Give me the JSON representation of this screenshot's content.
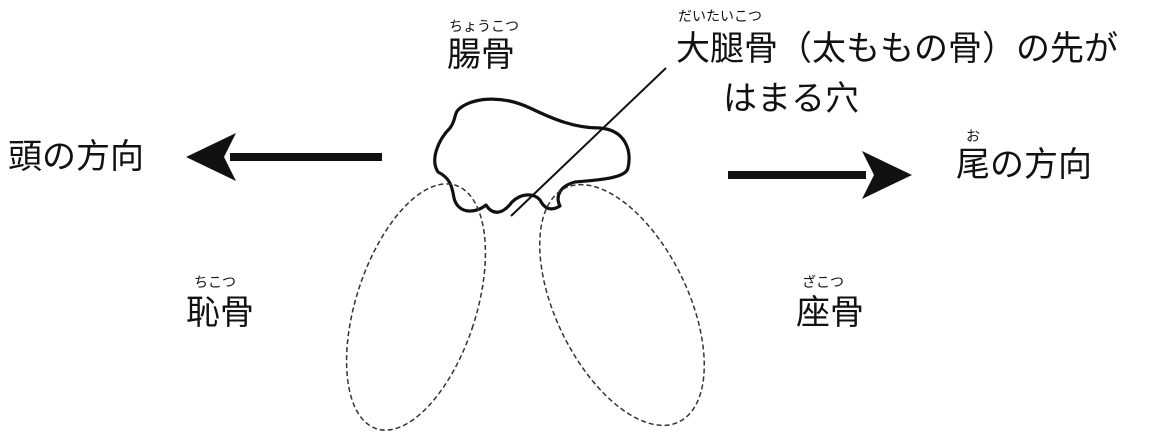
{
  "labels": {
    "ilium": "腸骨",
    "ilium_ruby": "ちょうこつ",
    "femur_hole_line1": "大腿骨（太ももの骨）の先が",
    "femur_hole_line2": "はまる穴",
    "femur_ruby": "だいたいこつ",
    "head_direction": "頭の方向",
    "tail_direction": "尾の方向",
    "tail_ruby": "お",
    "pubis": "恥骨",
    "pubis_ruby": "ちこつ",
    "ischium": "座骨",
    "ischium_ruby": "ざこつ"
  },
  "colors": {
    "ink": "#111111",
    "dashed": "#333333"
  }
}
